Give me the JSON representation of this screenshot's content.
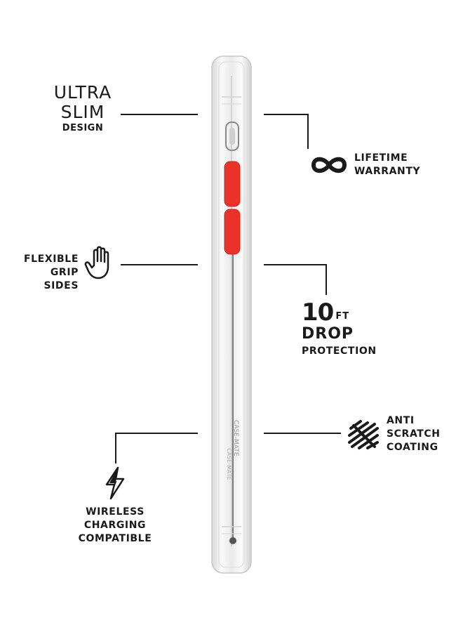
{
  "features": {
    "ultra_slim": {
      "line1": "ULTRA",
      "line2": "SLIM",
      "line3": "DESIGN"
    },
    "lifetime_warranty": {
      "line1": "LIFETIME",
      "line2": "WARRANTY",
      "icon": "infinity-icon"
    },
    "flexible_grip": {
      "line1": "FLEXIBLE",
      "line2": "GRIP SIDES",
      "icon": "hand-icon"
    },
    "drop_protection": {
      "number": "10",
      "unit": "FT",
      "line2": "DROP",
      "line3": "PROTECTION"
    },
    "anti_scratch": {
      "line1": "ANTI",
      "line2": "SCRATCH",
      "line3": "COATING",
      "icon": "scratch-icon"
    },
    "wireless": {
      "line1": "WIRELESS",
      "line2": "CHARGING",
      "line3": "COMPATIBLE",
      "icon": "lightning-bolt-icon"
    }
  },
  "colors": {
    "text": "#1a1a1a",
    "button": "#e8322a",
    "case": "#f2f2f2"
  }
}
